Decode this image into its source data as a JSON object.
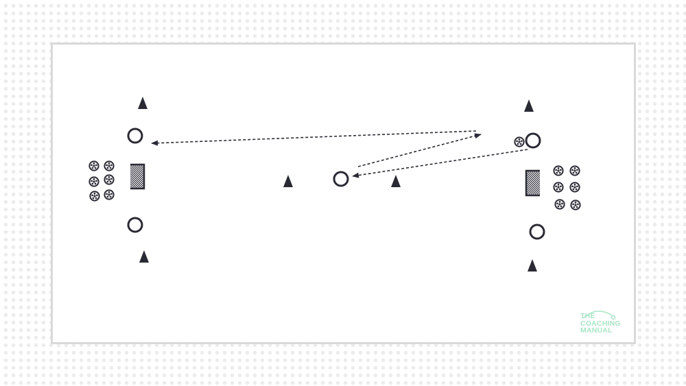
{
  "colors": {
    "ink": "#2a2a35",
    "pitch_border": "#d9d9d9",
    "brand": "#a9e5c6"
  },
  "watermark": {
    "line1": "THE",
    "line2": "COACHING",
    "line3": "MANUAL"
  },
  "legend_symbols": {
    "cone": "triangle-cone-icon",
    "player": "player-ring-icon",
    "ball": "soccer-ball-icon",
    "goal": "mini-goal-icon",
    "pass": "dashed-arrow"
  }
}
